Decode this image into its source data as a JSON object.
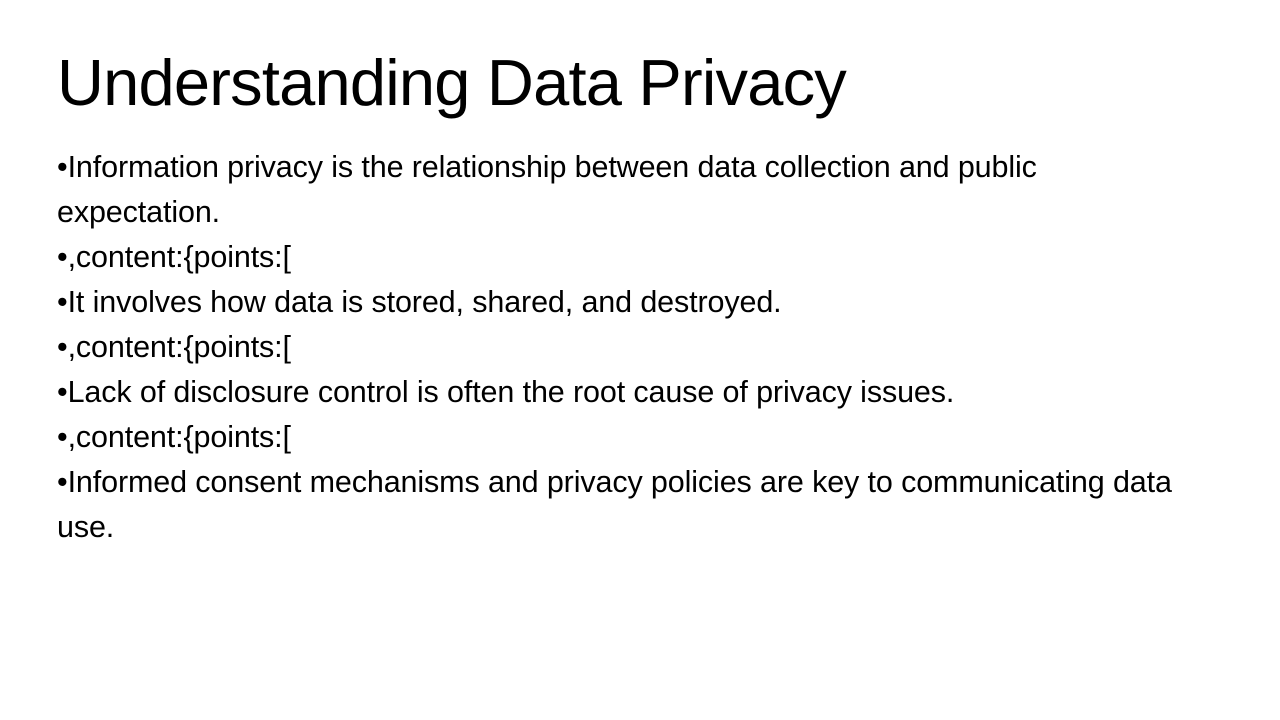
{
  "slide": {
    "title": "Understanding Data Privacy",
    "background_color": "#ffffff",
    "text_color": "#000000",
    "bullet_glyph": "•",
    "bullets": [
      {
        "text": "Information privacy is the relationship between data collection and public expectation."
      },
      {
        "text": ",content:{points:["
      },
      {
        "text": "It involves how data is stored, shared, and destroyed."
      },
      {
        "text": ",content:{points:["
      },
      {
        "text": "Lack of disclosure control is often the root cause of privacy issues."
      },
      {
        "text": ",content:{points:["
      },
      {
        "text": "Informed consent mechanisms and privacy policies are key to communicating data use."
      }
    ]
  }
}
